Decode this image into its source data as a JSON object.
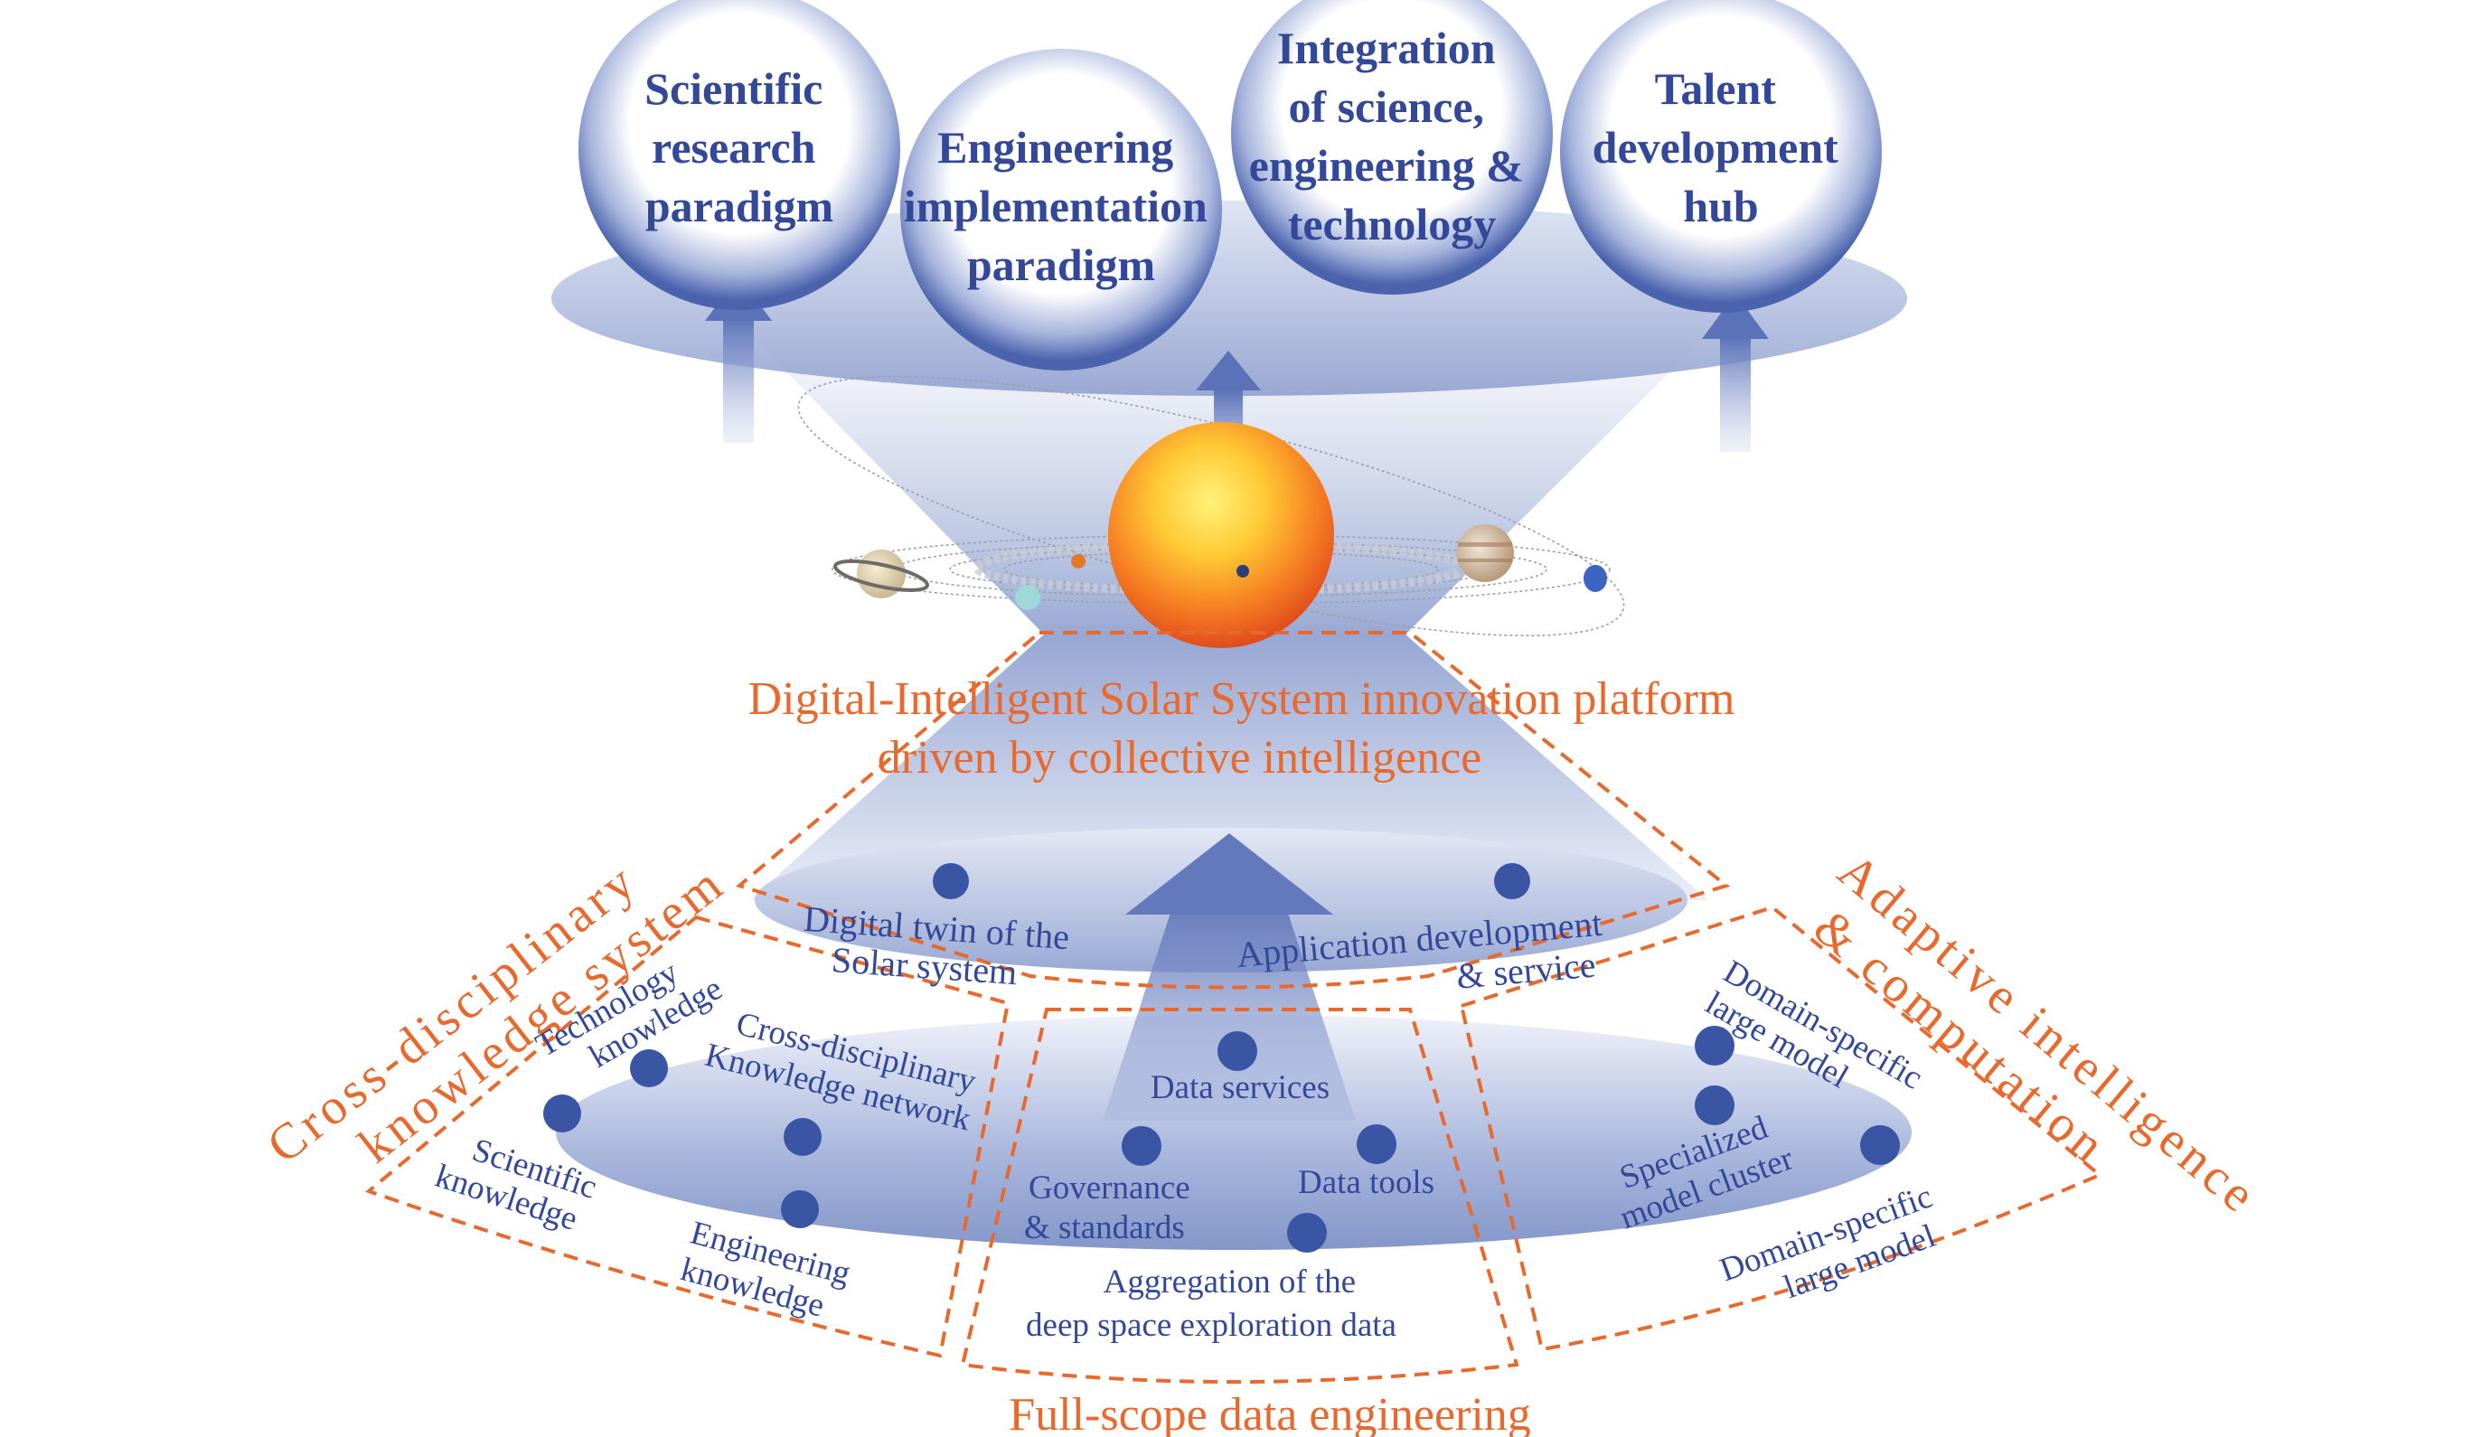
{
  "diagram": {
    "title": "Digital-Intelligent Solar System innovation platform driven by collective intelligence",
    "colors": {
      "accent_orange": "#e8692e",
      "text_blue": "#34489a",
      "node_blue": "#3a55a4",
      "platform_blue": "#8c9fcf"
    },
    "outcomes": [
      {
        "lines": [
          "Scientific",
          "research",
          "paradigm"
        ]
      },
      {
        "lines": [
          "Engineering",
          "implementation",
          "paradigm"
        ]
      },
      {
        "lines": [
          "Integration",
          "of science,",
          "engineering &",
          "technology"
        ]
      },
      {
        "lines": [
          "Talent",
          "development",
          "hub"
        ]
      }
    ],
    "platform": {
      "line1": "Digital-Intelligent Solar System innovation platform",
      "line2": "driven by collective intelligence"
    },
    "middle_layer": {
      "digital_twin": [
        "Digital twin of the",
        "Solar system"
      ],
      "app_dev": [
        "Application development",
        "& service"
      ]
    },
    "pillars": {
      "knowledge": {
        "title": [
          "Cross-disciplinary",
          "knowledge system"
        ],
        "nodes": {
          "technology": [
            "Technology",
            "knowledge"
          ],
          "network": [
            "Cross-disciplinary",
            "Knowledge network"
          ],
          "scientific": [
            "Scientific",
            "knowledge"
          ],
          "engineering": [
            "Engineering",
            "knowledge"
          ]
        }
      },
      "data": {
        "title": "Full-scope data engineering",
        "nodes": {
          "services": "Data services",
          "governance": [
            "Governance",
            "& standards"
          ],
          "tools": "Data tools",
          "aggregation": [
            "Aggregation of the",
            "deep space exploration data"
          ]
        }
      },
      "ai": {
        "title": [
          "Adaptive intelligence",
          "& computation"
        ],
        "nodes": {
          "domain_top": [
            "Domain-specific",
            "large model"
          ],
          "cluster": [
            "Specialized",
            "model cluster"
          ],
          "domain_bottom": [
            "Domain-specific",
            "large model"
          ]
        }
      }
    }
  }
}
